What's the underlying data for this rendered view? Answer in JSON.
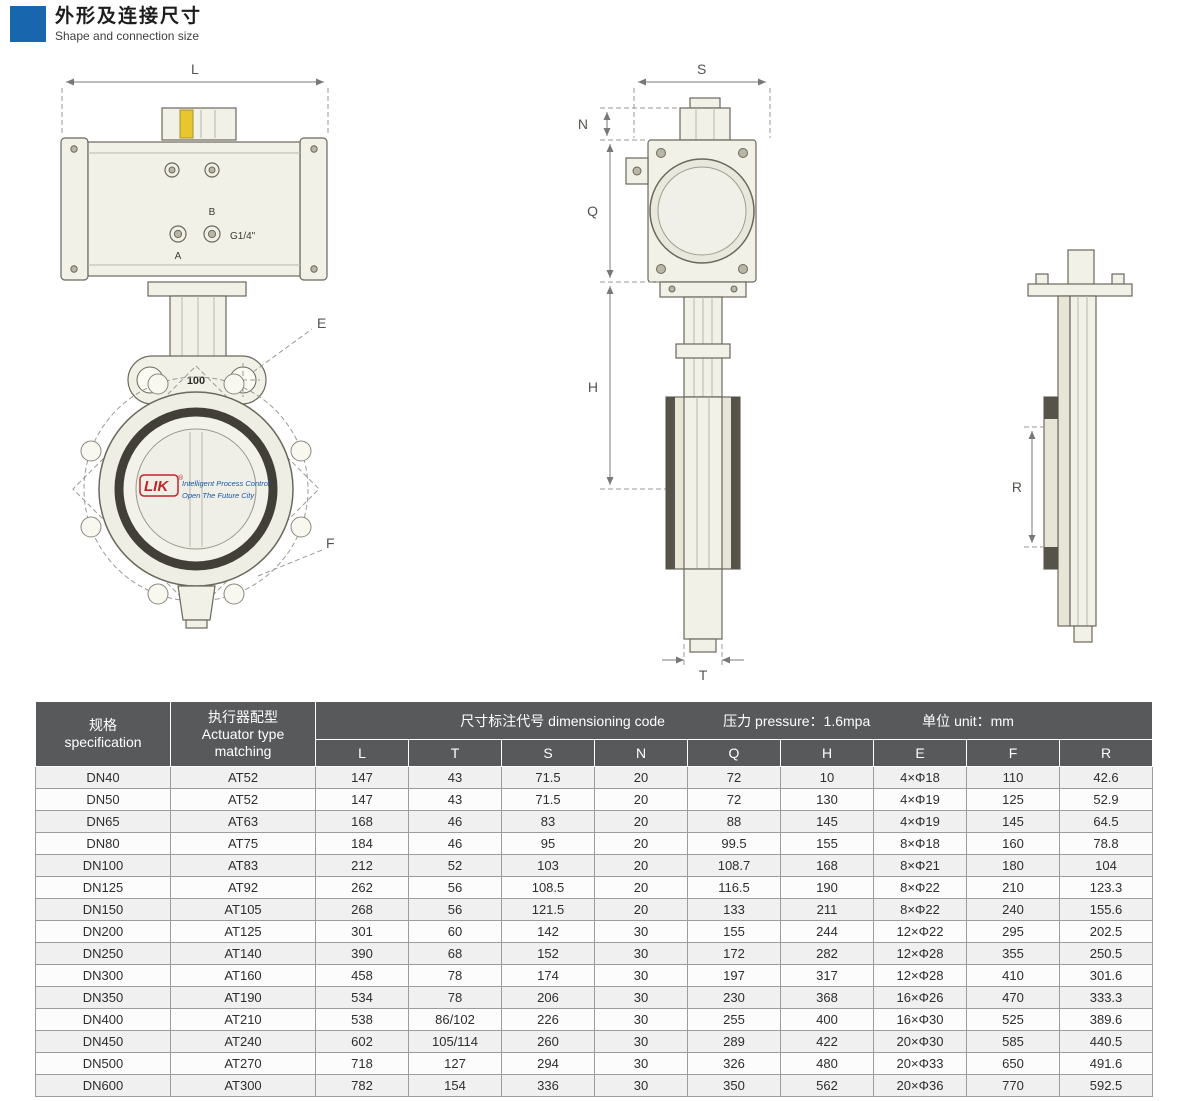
{
  "header": {
    "title_zh": "外形及连接尺寸",
    "title_en": "Shape and connection size"
  },
  "drawings": {
    "front": {
      "dim_l": "L",
      "dim_e": "E",
      "dim_f": "F",
      "port_a": "A",
      "port_b": "B",
      "port_size": "G1/4\"",
      "neck_size": "100",
      "logo_brand": "LIK",
      "logo_reg": "®",
      "logo_line1": "Intelligent Process Control",
      "logo_line2": "Open The Future City"
    },
    "side": {
      "dim_s": "S",
      "dim_n": "N",
      "dim_q": "Q",
      "dim_h": "H",
      "dim_t": "T"
    },
    "profile": {
      "dim_r": "R"
    }
  },
  "table": {
    "header": {
      "spec_zh": "规格",
      "spec_en": "specification",
      "actuator_zh": "执行器配型",
      "actuator_en_line1": "Actuator type",
      "actuator_en_line2": "matching",
      "dim_code": "尺寸标注代号 dimensioning code",
      "pressure": "压力 pressure：1.6mpa",
      "unit": "单位 unit：mm",
      "columns": [
        "L",
        "T",
        "S",
        "N",
        "Q",
        "H",
        "E",
        "F",
        "R"
      ]
    },
    "rows": [
      [
        "DN40",
        "AT52",
        "147",
        "43",
        "71.5",
        "20",
        "72",
        "10",
        "4×Φ18",
        "110",
        "42.6"
      ],
      [
        "DN50",
        "AT52",
        "147",
        "43",
        "71.5",
        "20",
        "72",
        "130",
        "4×Φ19",
        "125",
        "52.9"
      ],
      [
        "DN65",
        "AT63",
        "168",
        "46",
        "83",
        "20",
        "88",
        "145",
        "4×Φ19",
        "145",
        "64.5"
      ],
      [
        "DN80",
        "AT75",
        "184",
        "46",
        "95",
        "20",
        "99.5",
        "155",
        "8×Φ18",
        "160",
        "78.8"
      ],
      [
        "DN100",
        "AT83",
        "212",
        "52",
        "103",
        "20",
        "108.7",
        "168",
        "8×Φ21",
        "180",
        "104"
      ],
      [
        "DN125",
        "AT92",
        "262",
        "56",
        "108.5",
        "20",
        "116.5",
        "190",
        "8×Φ22",
        "210",
        "123.3"
      ],
      [
        "DN150",
        "AT105",
        "268",
        "56",
        "121.5",
        "20",
        "133",
        "211",
        "8×Φ22",
        "240",
        "155.6"
      ],
      [
        "DN200",
        "AT125",
        "301",
        "60",
        "142",
        "30",
        "155",
        "244",
        "12×Φ22",
        "295",
        "202.5"
      ],
      [
        "DN250",
        "AT140",
        "390",
        "68",
        "152",
        "30",
        "172",
        "282",
        "12×Φ28",
        "355",
        "250.5"
      ],
      [
        "DN300",
        "AT160",
        "458",
        "78",
        "174",
        "30",
        "197",
        "317",
        "12×Φ28",
        "410",
        "301.6"
      ],
      [
        "DN350",
        "AT190",
        "534",
        "78",
        "206",
        "30",
        "230",
        "368",
        "16×Φ26",
        "470",
        "333.3"
      ],
      [
        "DN400",
        "AT210",
        "538",
        "86/102",
        "226",
        "30",
        "255",
        "400",
        "16×Φ30",
        "525",
        "389.6"
      ],
      [
        "DN450",
        "AT240",
        "602",
        "105/114",
        "260",
        "30",
        "289",
        "422",
        "20×Φ30",
        "585",
        "440.5"
      ],
      [
        "DN500",
        "AT270",
        "718",
        "127",
        "294",
        "30",
        "326",
        "480",
        "20×Φ33",
        "650",
        "491.6"
      ],
      [
        "DN600",
        "AT300",
        "782",
        "154",
        "336",
        "30",
        "350",
        "562",
        "20×Φ36",
        "770",
        "592.5"
      ]
    ]
  }
}
